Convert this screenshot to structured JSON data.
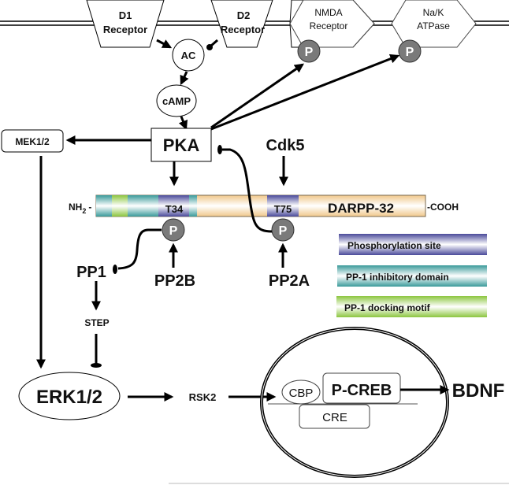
{
  "title": "DARPP-32 signaling pathway",
  "membrane": {
    "receptors": [
      {
        "line1": "D1",
        "line2": "Receptor"
      },
      {
        "line1": "D2",
        "line2": "Receptor"
      },
      {
        "line1": "NMDA",
        "line2": "Receptor"
      },
      {
        "line1": "Na/K",
        "line2": "ATPase"
      }
    ]
  },
  "nodes": {
    "ac": "AC",
    "camp": "cAMP",
    "pka": "PKA",
    "mek": "MEK1/2",
    "cdk5": "Cdk5",
    "pp1": "PP1",
    "pp2b": "PP2B",
    "pp2a": "PP2A",
    "step": "STEP",
    "erk": "ERK1/2",
    "rsk2": "RSK2",
    "cbp": "CBP",
    "pcreb": "P-CREB",
    "cre": "CRE",
    "bdnf": "BDNF",
    "phospho": "P"
  },
  "darpp32": {
    "name": "DARPP-32",
    "n_terminus": "NH",
    "n_sub": "2",
    "n_dash": "-",
    "c_terminus": "-COOH",
    "sites": [
      "T34",
      "T75"
    ]
  },
  "legend": [
    {
      "label": "Phosphorylation site",
      "color": "#4a4a9a"
    },
    {
      "label": "PP-1 inhibitory domain",
      "color": "#3a9a9a"
    },
    {
      "label": "PP-1 docking motif",
      "color": "#8cc63f"
    }
  ],
  "colors": {
    "phosphorylation": "#4a4a9a",
    "inhibitory": "#3a9a9a",
    "docking": "#8cc63f",
    "protein_body": "#f0c88a",
    "p_circle": "#7a7a7a"
  }
}
